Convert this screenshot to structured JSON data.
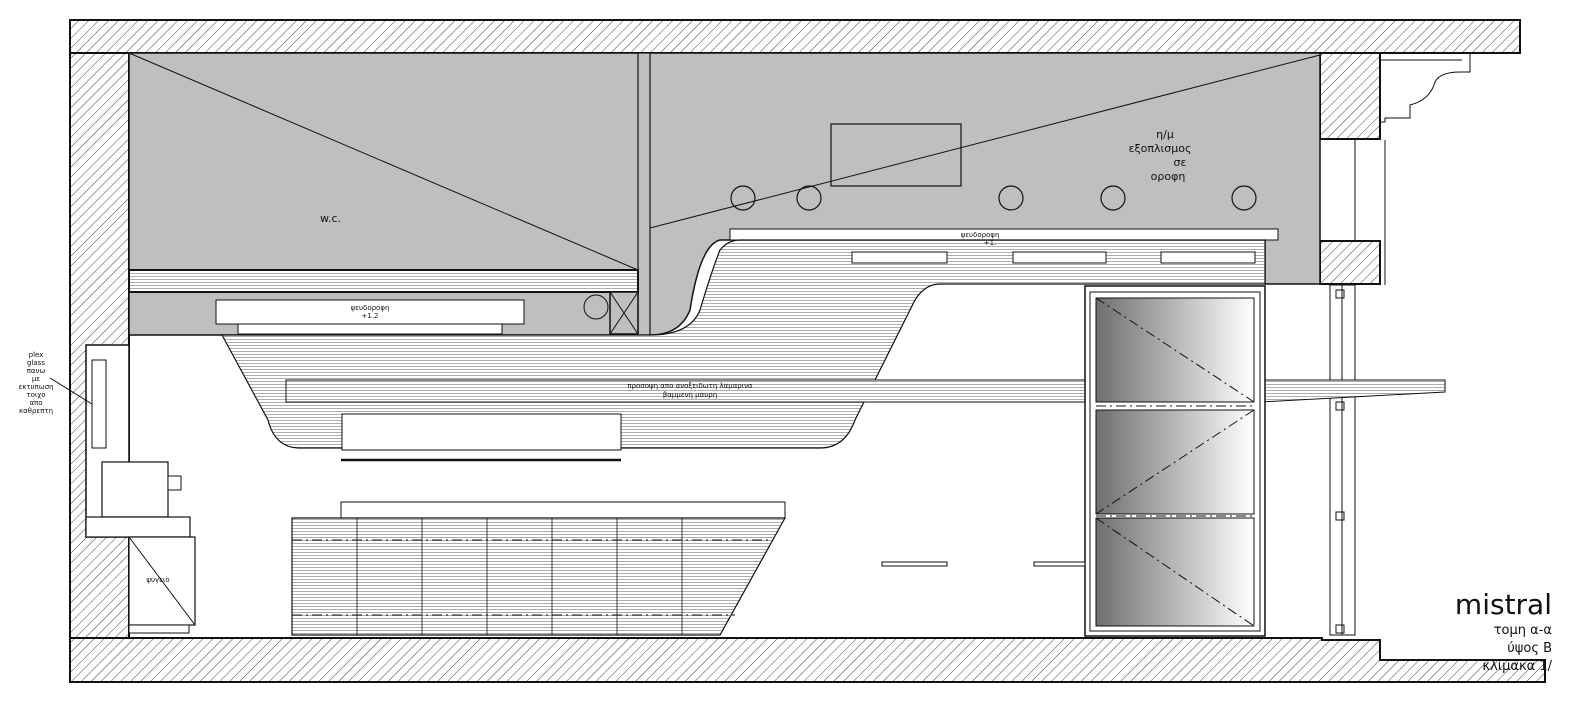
{
  "colors": {
    "line": "#111111",
    "fill_gray": "#bfbfbf",
    "background": "#ffffff"
  },
  "labels": {
    "wc": "w.c.",
    "ceiling_equipment": [
      "η/μ",
      "εξοπλισμος",
      "σε",
      "οροφη"
    ],
    "soffit_left": "ψευδοροφη",
    "soffit_left_sub": "+1.2",
    "soffit_right": "ψευδοροφη",
    "soffit_right_sub": "+1.",
    "beam_note": [
      "προσοψη απο ανοξειδωτη λαμαρινα",
      "βαμμενη μαυρη"
    ],
    "side_note": [
      "plex",
      "glass",
      "πανω",
      "με",
      "εκτυπωση",
      "τοιχο",
      "απο",
      "καθρεπτη"
    ],
    "cabinet": "ψυγειο"
  },
  "title_block": {
    "title": "mistral",
    "section": "τομη α-α",
    "height": "ύψος Β",
    "scale": "κλίμακα 1/"
  }
}
